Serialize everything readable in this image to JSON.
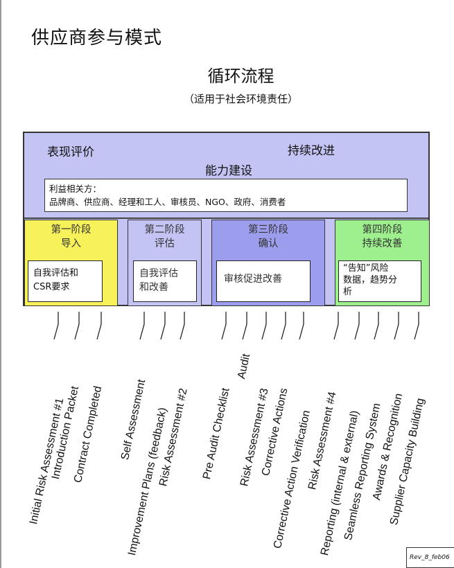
{
  "page_heading": "供应商参与模式",
  "diagram": {
    "title": "循环流程",
    "subtitle": "（适用于社会环境责任）",
    "labels": {
      "performance_eval": "表现评价",
      "continuous_improvement": "持续改进",
      "capacity_building": "能力建设"
    },
    "stakeholders": {
      "heading": "利益相关方：",
      "list": "品牌商、供应商、经理和工人、审核员、NGO、政府、消费者"
    },
    "phases": [
      {
        "stage": "第一阶段",
        "name": "导入",
        "box_line1": "自我评估和",
        "box_line2": "CSR要求",
        "color": "#f7f25a"
      },
      {
        "stage": "第二阶段",
        "name": "评估",
        "box_line1": "自我评估",
        "box_line2": "和改善",
        "color": "#c4c4f4"
      },
      {
        "stage": "第三阶段",
        "name": "确认",
        "box_line1": "审核促进改善",
        "box_line2": "",
        "color": "#9d9dee"
      },
      {
        "stage": "第四阶段",
        "name": "持续改善",
        "box_line1": "“告知”风险",
        "box_line2": "数据，趋势分",
        "box_line3": "析",
        "color": "#9ef08e"
      }
    ],
    "activities": [
      "Initial Risk Assessment #1",
      "Introduction Packet",
      "Contract Completed",
      "Self Assessment",
      "Improvement Plans (feedback)",
      "Risk Assessment #2",
      "Pre Audit Checklist",
      "Audit",
      "Risk Assessment #3",
      "Corrective Actions",
      "Corrective Action Verification",
      "Risk Assessment #4",
      "Reporting (internal & external)",
      "Seamless Reporting System",
      "Awards & Recognition",
      "Supplier Capacity Building"
    ]
  },
  "revision": "Rev_8_feb06"
}
